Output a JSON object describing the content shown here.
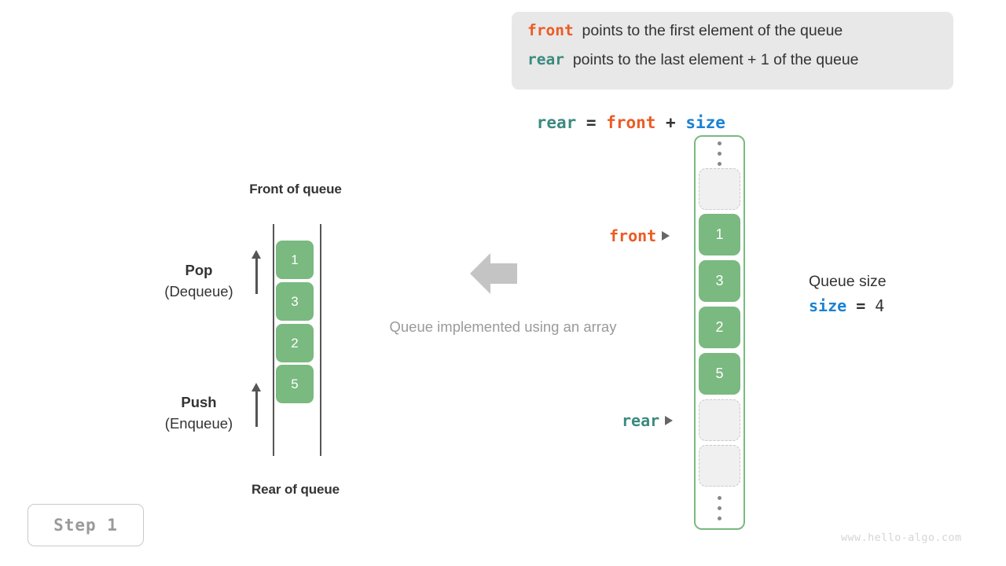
{
  "definition_box": {
    "lines": [
      {
        "keyword": "front",
        "keyword_color": "#ec5b23",
        "text": "points to the first element of the queue"
      },
      {
        "keyword": "rear",
        "keyword_color": "#3b8a80",
        "text": "points to the last element + 1 of the queue"
      }
    ]
  },
  "formula": {
    "lhs": "rear",
    "eq": " = ",
    "rhs1": "front",
    "plus": " + ",
    "rhs2": "size"
  },
  "left_diagram": {
    "top_label": "Front of queue",
    "bottom_label": "Rear of queue",
    "pop": {
      "title": "Pop",
      "subtitle": "(Dequeue)"
    },
    "push": {
      "title": "Push",
      "subtitle": "(Enqueue)"
    },
    "values": [
      "1",
      "3",
      "2",
      "5"
    ]
  },
  "center": {
    "caption": "Queue implemented using an array",
    "arrow_direction": "left"
  },
  "array_diagram": {
    "cells": [
      {
        "type": "dots",
        "value": ""
      },
      {
        "type": "empty",
        "value": ""
      },
      {
        "type": "filled",
        "value": "1"
      },
      {
        "type": "filled",
        "value": "3"
      },
      {
        "type": "filled",
        "value": "2"
      },
      {
        "type": "filled",
        "value": "5"
      },
      {
        "type": "empty",
        "value": ""
      },
      {
        "type": "empty",
        "value": ""
      },
      {
        "type": "dots",
        "value": ""
      }
    ],
    "pointers": {
      "front": {
        "label": "front",
        "color": "#ec5b23"
      },
      "rear": {
        "label": "rear",
        "color": "#3b8a80"
      }
    }
  },
  "size_info": {
    "title": "Queue size",
    "var": "size",
    "eq": " = ",
    "value": "4"
  },
  "step_badge": {
    "label": "Step 1"
  },
  "watermark": {
    "text": "www.hello-algo.com"
  },
  "colors": {
    "green": "#7ab980",
    "green_border": "#79b97f",
    "orange": "#ec5b23",
    "teal": "#3b8a80",
    "blue": "#1a82d4",
    "gray_text": "#9a9a9a",
    "box_bg": "#e8e8e8"
  }
}
